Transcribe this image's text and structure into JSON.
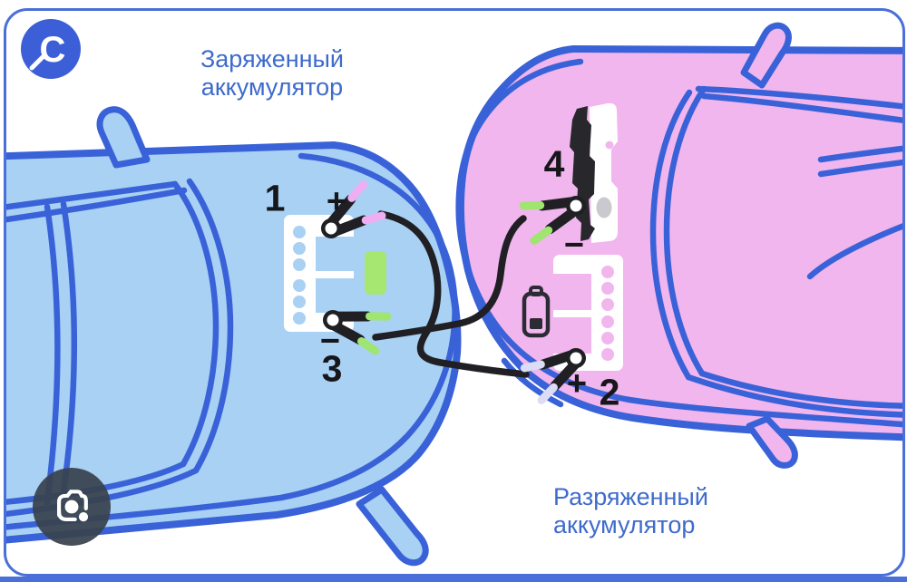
{
  "brand": {
    "letter": "C",
    "icon": "magnifier-c-logo"
  },
  "labels": {
    "charged": {
      "line1": "Заряженный",
      "line2": "аккумулятор"
    },
    "discharged": {
      "line1": "Разряженный",
      "line2": "аккумулятор"
    }
  },
  "steps": {
    "s1": {
      "number": "1",
      "sign": "+",
      "meaning": "donor battery positive terminal"
    },
    "s2": {
      "number": "2",
      "sign": "+",
      "meaning": "dead battery positive terminal"
    },
    "s3": {
      "number": "3",
      "sign": "−",
      "meaning": "donor battery negative terminal"
    },
    "s4": {
      "number": "4",
      "sign": "−",
      "meaning": "dead car engine ground point"
    }
  },
  "icons": {
    "camera": "camera-lens-icon",
    "battery_full": "battery-full-indicator",
    "battery_low": "battery-low-icon"
  },
  "colors": {
    "donor_car": "#a9d1f4",
    "recipient_car": "#f2b6ee",
    "outline_blue": "#3a62d8",
    "card_border": "#4a6fd8",
    "label_text": "#3e6bcb",
    "cable_black": "#202024",
    "clamp_tip_pink": "#efaef2",
    "clamp_tip_green": "#9fe56f",
    "clamp_tip_lilac": "#dcdcf4",
    "battery_full_green": "#a6e772",
    "logo_blue": "#3c5fd8",
    "camera_bg": "#38424e"
  }
}
